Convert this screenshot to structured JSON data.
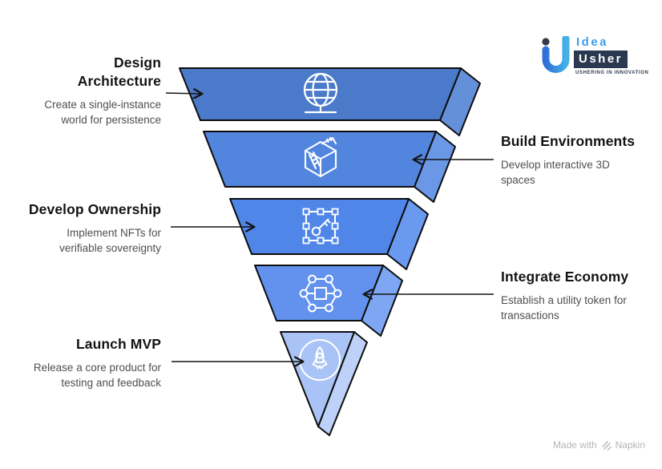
{
  "logo": {
    "name": "Idea Usher",
    "word1": "Idea",
    "word2": "Usher",
    "tagline": "USHERING IN INNOVATION",
    "accent_blue": "#3f9ce8",
    "navy": "#2b3950"
  },
  "funnel": {
    "type": "inverted-pyramid",
    "outline_color": "#0d0d0d",
    "icon_color": "#ffffff",
    "levels": [
      {
        "step": 1,
        "title": "Design Architecture",
        "description": "Create a single-instance world for persistence",
        "icon": "globe-icon",
        "color": "#4a7ac9",
        "side_color": "#6390d8",
        "label_side": "left"
      },
      {
        "step": 2,
        "title": "Build Environments",
        "description": "Develop interactive 3D spaces",
        "icon": "3d-environment-icon",
        "color": "#5285de",
        "side_color": "#6a97e6",
        "label_side": "right"
      },
      {
        "step": 3,
        "title": "Develop Ownership",
        "description": "Implement NFTs for verifiable sovereignty",
        "icon": "nft-key-icon",
        "color": "#4f86e8",
        "side_color": "#699aef",
        "label_side": "left"
      },
      {
        "step": 4,
        "title": "Integrate Economy",
        "description": "Establish a utility token for transactions",
        "icon": "token-network-icon",
        "color": "#6292ee",
        "side_color": "#7ea6f2",
        "label_side": "right"
      },
      {
        "step": 5,
        "title": "Launch MVP",
        "description": "Release a core product for testing and feedback",
        "icon": "rocket-icon",
        "color": "#a9c3f7",
        "side_color": "#bdd1f9",
        "label_side": "left"
      }
    ]
  },
  "text_colors": {
    "title": "#141414",
    "description": "#4f4f4f"
  },
  "footer": {
    "made_with": "Made with",
    "brand": "Napkin",
    "color": "#b5b5b5"
  }
}
